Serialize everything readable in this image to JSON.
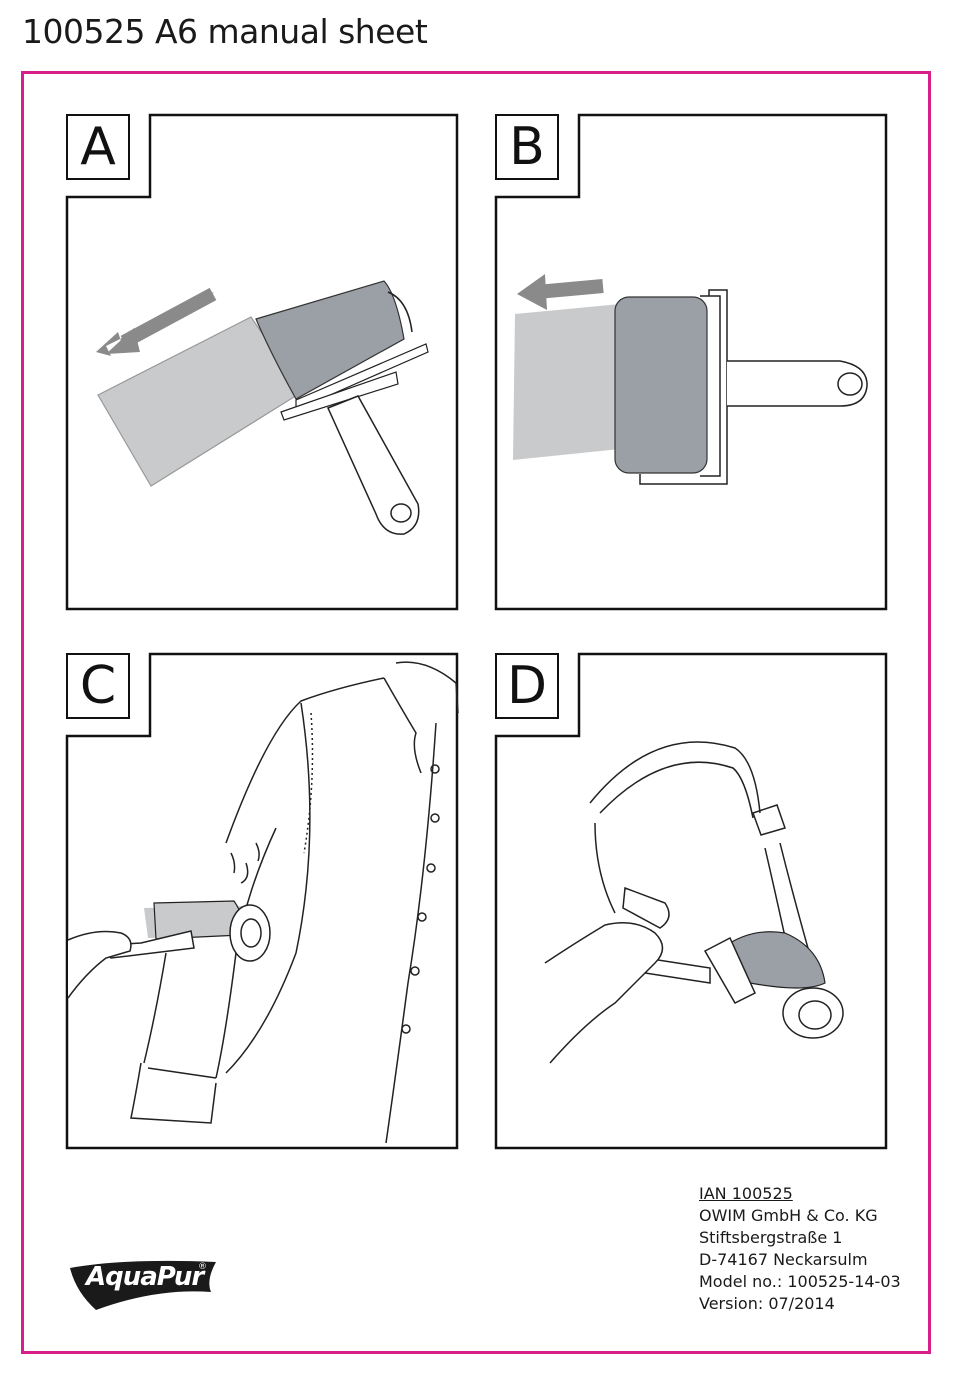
{
  "title": "100525 A6 manual sheet",
  "colors": {
    "border": "#d61f8a",
    "roller_gray": "#9aa0a6",
    "sheet_gray": "#c8cacc",
    "arrow_gray": "#8a8a8a"
  },
  "panels": [
    {
      "letter": "A"
    },
    {
      "letter": "B"
    },
    {
      "letter": "C"
    },
    {
      "letter": "D"
    }
  ],
  "footer": {
    "ian": "IAN 100525",
    "company": "OWIM GmbH & Co. KG",
    "street": "Stiftsbergstraße 1",
    "city": "D-74167 Neckarsulm",
    "model": "Model no.: 100525-14-03",
    "version": "Version: 07/2014"
  },
  "logo": {
    "brand": "AquaPur",
    "mark": "®"
  }
}
